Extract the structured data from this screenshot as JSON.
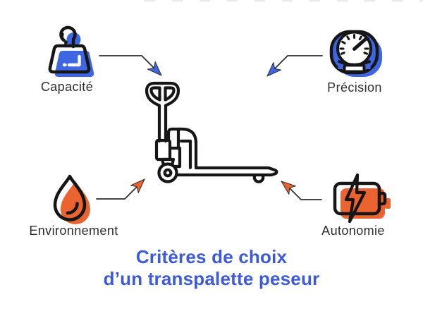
{
  "title": {
    "line1": "Critères de choix",
    "line2": "d’un transpalette peseur",
    "color": "#3C5AD9"
  },
  "criteria": [
    {
      "id": "capacite",
      "label": "Capacité",
      "icon": "weight-icon",
      "accent_color": "#3E66E3",
      "position": "top-left"
    },
    {
      "id": "precision",
      "label": "Précision",
      "icon": "speedometer-icon",
      "accent_color": "#3E66E3",
      "position": "top-right"
    },
    {
      "id": "environnement",
      "label": "Environnement",
      "icon": "water-drop-icon",
      "accent_color": "#EA6330",
      "position": "bottom-left"
    },
    {
      "id": "autonomie",
      "label": "Autonomie",
      "icon": "battery-charging-icon",
      "accent_color": "#EA6330",
      "position": "bottom-right"
    }
  ],
  "center_illustration": "hand-pallet-truck-line-art",
  "colors": {
    "icon_blue": "#3E66E3",
    "icon_orange": "#EA6330",
    "title_blue": "#3C5AD9",
    "outline_black": "#161616",
    "label_text": "#2E2E2E",
    "arrow_line": "#2B2B2B",
    "top_dash_gray": "#E9ECED",
    "background": "#FFFFFF"
  }
}
